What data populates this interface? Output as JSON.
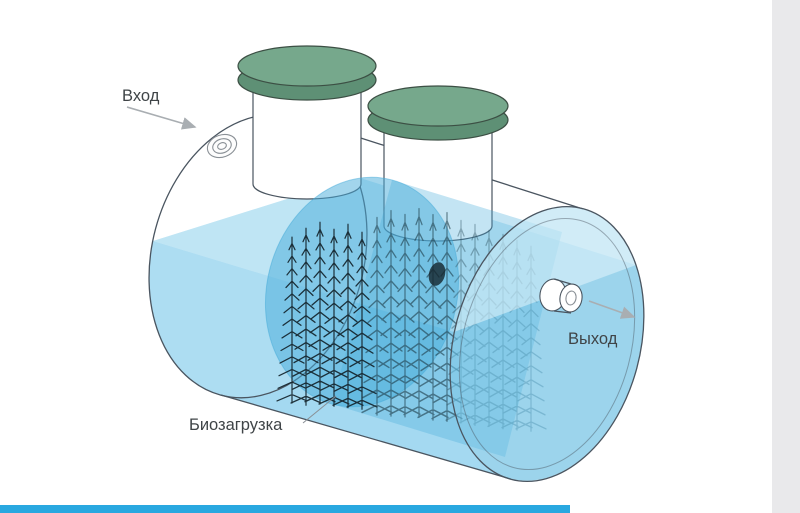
{
  "labels": {
    "inlet": "Вход",
    "outlet": "Выход",
    "bio_media": "Биозагрузка"
  },
  "colors": {
    "water_surface": "#cdeaf7",
    "water_front": "#a4d9f1",
    "water_cap": "#b5e0f3",
    "chamber": "#45acd9",
    "cap_upper": "#bfe5f4",
    "cap_lower": "#5fb9e0",
    "lid_top": "#76a88c",
    "lid_rim": "#5e9075",
    "lid_stroke": "#3c4f44",
    "outline": "#4a5560",
    "brush_dark": "#14242c",
    "brush_mid": "#20404d",
    "brush_back": "#2c4f5e",
    "arrow": "#a9aeb2",
    "label_text": "#3f4447",
    "accent_bar": "#29a8e0",
    "side_band": "#e9e9eb"
  }
}
